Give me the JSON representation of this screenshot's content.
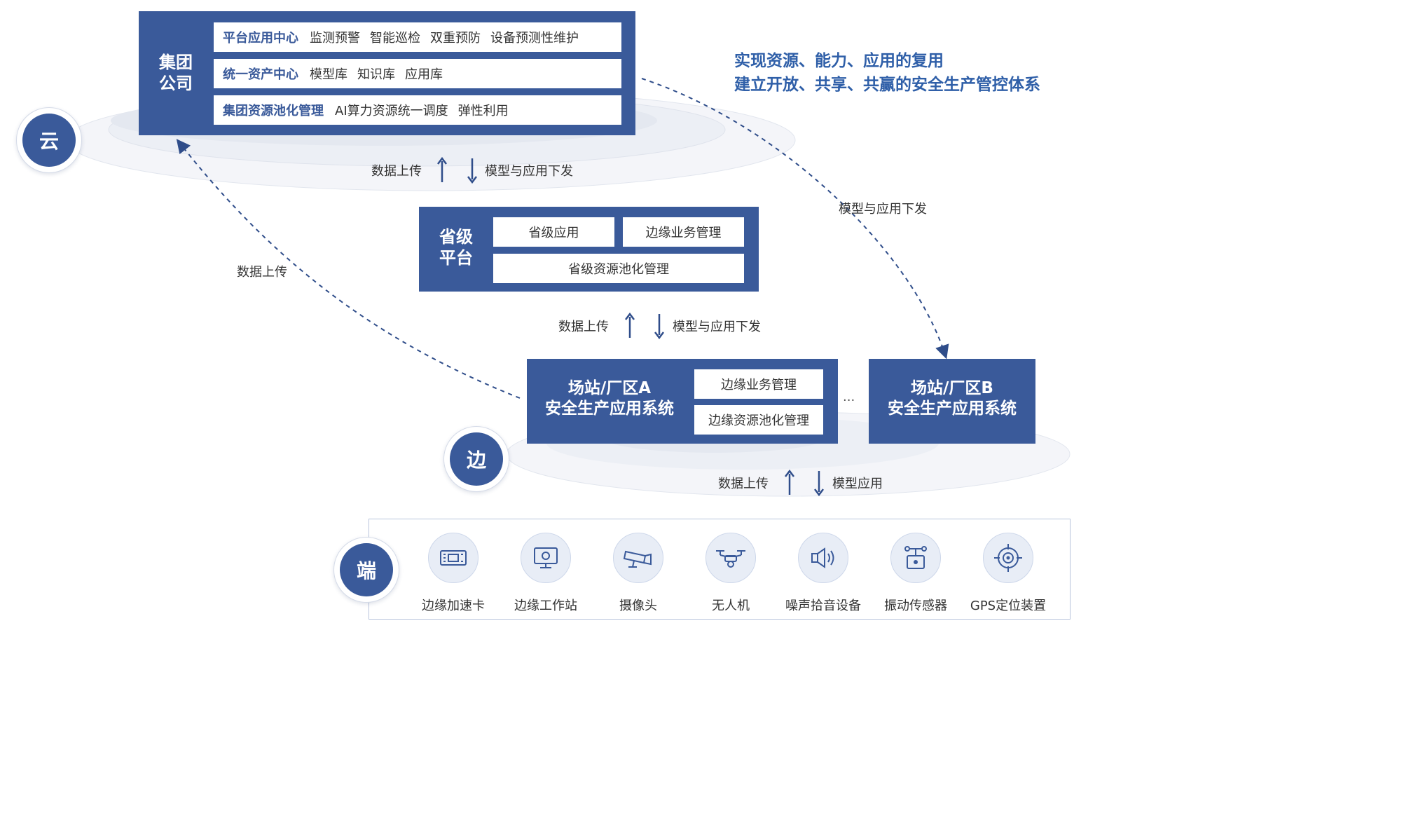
{
  "tiers": {
    "cloud": "云",
    "edge": "边",
    "end": "端"
  },
  "group": {
    "title_lines": [
      "集团",
      "公司"
    ],
    "rows": [
      {
        "head": "平台应用中心",
        "items": [
          "监测预警",
          "智能巡检",
          "双重预防",
          "设备预测性维护"
        ]
      },
      {
        "head": "统一资产中心",
        "items": [
          "模型库",
          "知识库",
          "应用库"
        ]
      },
      {
        "head": "集团资源池化管理",
        "items": [
          "AI算力资源统一调度",
          "弹性利用"
        ]
      }
    ]
  },
  "headline": {
    "line1": "实现资源、能力、应用的复用",
    "line2": "建立开放、共享、共赢的安全生产管控体系"
  },
  "flow_cloud": {
    "up": "数据上传",
    "down": "模型与应用下发"
  },
  "province": {
    "title_lines": [
      "省级",
      "平台"
    ],
    "cell1": "省级应用",
    "cell2": "边缘业务管理",
    "cell3": "省级资源池化管理"
  },
  "flow_province": {
    "up": "数据上传",
    "down": "模型与应用下发"
  },
  "left_curve_label": "数据上传",
  "right_curve_label": "模型与应用下发",
  "station_a": {
    "title_lines": [
      "场站/厂区A",
      "安全生产应用系统"
    ],
    "cell1": "边缘业务管理",
    "cell2": "边缘资源池化管理"
  },
  "ellipsis": "...",
  "station_b": {
    "title_lines": [
      "场站/厂区B",
      "安全生产应用系统"
    ]
  },
  "flow_edge": {
    "up": "数据上传",
    "down": "模型应用"
  },
  "devices": [
    {
      "label": "边缘加速卡",
      "icon": "accelerator-card-icon"
    },
    {
      "label": "边缘工作站",
      "icon": "workstation-icon"
    },
    {
      "label": "摄像头",
      "icon": "camera-icon"
    },
    {
      "label": "无人机",
      "icon": "drone-icon"
    },
    {
      "label": "噪声拾音设备",
      "icon": "speaker-icon"
    },
    {
      "label": "振动传感器",
      "icon": "vibration-sensor-icon"
    },
    {
      "label": "GPS定位装置",
      "icon": "gps-target-icon"
    }
  ],
  "colors": {
    "navy": "#3a5a9a",
    "headline": "#2f5fa8",
    "arrow": "#2f4d8a"
  }
}
